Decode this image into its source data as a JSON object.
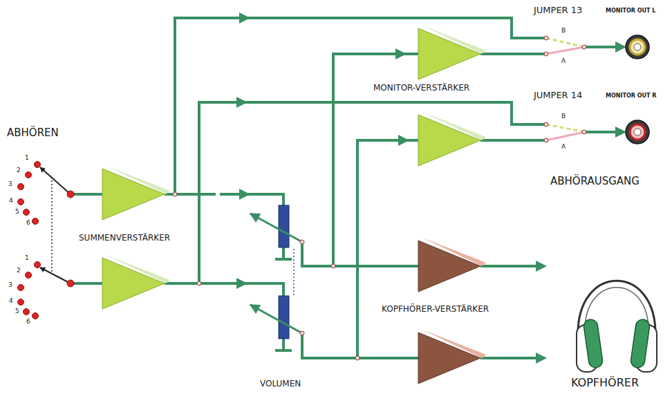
{
  "diagram": {
    "labels": [
      "ABHÖREN",
      "1",
      "2",
      "3",
      "4",
      "5",
      "6",
      "1",
      "2",
      "3",
      "4",
      "5",
      "6",
      "SUMMENVERSTÄRKER",
      "JUMPER 13",
      "B",
      "A",
      "MONITOR OUT L",
      "MONITOR-VERSTÄRKER",
      "JUMPER 14",
      "B",
      "A",
      "MONITOR OUT R",
      "ABHÖRAUSGANG",
      "KOPFHÖRER-VERSTÄRKER",
      "VOLUMEN",
      "KOPFHÖRER"
    ]
  }
}
